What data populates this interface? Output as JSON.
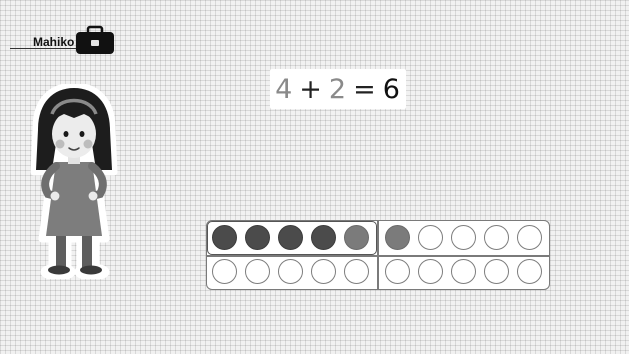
{
  "character": {
    "name": "Mahiko",
    "briefcase_icon": "briefcase-icon",
    "avatar": "girl-character"
  },
  "equation": {
    "a": "4",
    "op": "+",
    "b": "2",
    "eq": "=",
    "result": "6"
  },
  "ten_frame": {
    "top_row": [
      "dark",
      "dark",
      "dark",
      "dark",
      "mid",
      "mid",
      "empty",
      "empty",
      "empty",
      "empty"
    ],
    "bottom_row": [
      "empty",
      "empty",
      "empty",
      "empty",
      "empty",
      "empty",
      "empty",
      "empty",
      "empty",
      "empty"
    ]
  },
  "colors": {
    "dark_counter": "#4b4b4b",
    "added_counter": "#7b7b7b",
    "addend_gray": "#8a8a8a"
  }
}
